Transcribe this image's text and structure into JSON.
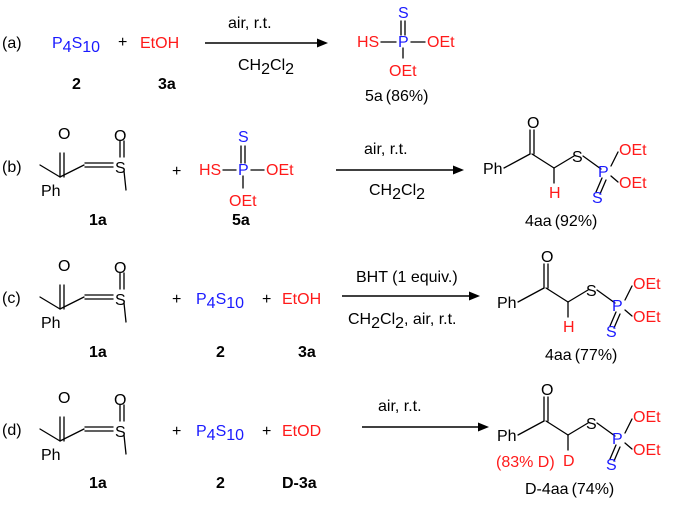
{
  "rows": {
    "a": {
      "label": "(a)",
      "reactant_p4s10": {
        "p": "P",
        "p_sub": "4",
        "s": "S",
        "s_sub": "10"
      },
      "plus": "+",
      "reactant_etoh": "EtOH",
      "cond_top": "air, r.t.",
      "cond_bottom": {
        "pre": "CH",
        "sub1": "2",
        "mid": "Cl",
        "sub2": "2"
      },
      "product_atoms": {
        "hs": "HS",
        "p": "P",
        "s": "S",
        "oet_right": "OEt",
        "oet_down": "OEt"
      },
      "compound_p4s10": "2",
      "compound_etoh": "3a",
      "product_compound": "5a",
      "product_yield": "(86%)"
    },
    "b": {
      "label": "(b)",
      "ylide": {
        "o": "O",
        "s": "S",
        "ph": "Ph",
        "o_sulf": "O"
      },
      "plus": "+",
      "reagent_atoms": {
        "hs": "HS",
        "p": "P",
        "s": "S",
        "oet_right": "OEt",
        "oet_down": "OEt"
      },
      "cond_top": "air, r.t.",
      "cond_bottom": {
        "pre": "CH",
        "sub1": "2",
        "mid": "Cl",
        "sub2": "2"
      },
      "product_atoms": {
        "o": "O",
        "ph": "Ph",
        "h": "H",
        "s1": "S",
        "p": "P",
        "s2": "S",
        "oet1": "OEt",
        "oet2": "OEt"
      },
      "compound_ylide": "1a",
      "compound_reagent": "5a",
      "product_compound": "4aa",
      "product_yield": "(92%)"
    },
    "c": {
      "label": "(c)",
      "ylide": {
        "o": "O",
        "s": "S",
        "ph": "Ph",
        "o_sulf": "O"
      },
      "plus1": "+",
      "reactant_p4s10": {
        "p": "P",
        "p_sub": "4",
        "s": "S",
        "s_sub": "10"
      },
      "plus2": "+",
      "reactant_etoh": "EtOH",
      "cond_top": "BHT (1 equiv.)",
      "cond_bottom": {
        "pre": "CH",
        "sub1": "2",
        "mid": "Cl",
        "sub2": "2",
        "post": ", air, r.t."
      },
      "product_atoms": {
        "o": "O",
        "ph": "Ph",
        "h": "H",
        "s1": "S",
        "p": "P",
        "s2": "S",
        "oet1": "OEt",
        "oet2": "OEt"
      },
      "compound_ylide": "1a",
      "compound_p4s10": "2",
      "compound_etoh": "3a",
      "product_compound": "4aa",
      "product_yield": "(77%)"
    },
    "d": {
      "label": "(d)",
      "ylide": {
        "o": "O",
        "s": "S",
        "ph": "Ph",
        "o_sulf": "O"
      },
      "plus1": "+",
      "reactant_p4s10": {
        "p": "P",
        "p_sub": "4",
        "s": "S",
        "s_sub": "10"
      },
      "plus2": "+",
      "reactant_etod": "EtOD",
      "cond_top": "air, r.t.",
      "product_atoms": {
        "o": "O",
        "ph": "Ph",
        "d": "D",
        "s1": "S",
        "p": "P",
        "s2": "S",
        "oet1": "OEt",
        "oet2": "OEt"
      },
      "deuteration": "(83% D)",
      "compound_ylide": "1a",
      "compound_p4s10": "2",
      "compound_etod": "D-3a",
      "product_compound": "D-4aa",
      "product_yield": "(74%)"
    }
  }
}
